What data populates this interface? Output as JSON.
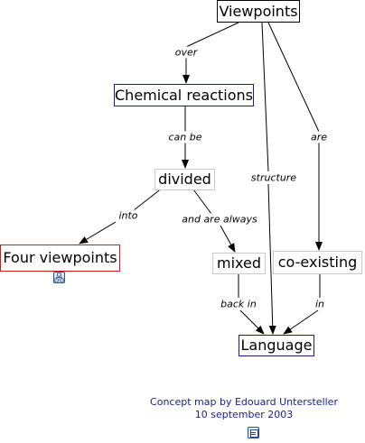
{
  "nodes": {
    "viewpoints": "Viewpoints",
    "chemical_reactions": "Chemical reactions",
    "divided": "divided",
    "four_viewpoints": "Four viewpoints",
    "mixed": "mixed",
    "co_existing": "co-existing",
    "language": "Language"
  },
  "links": {
    "over": "over",
    "can_be": "can be",
    "are": "are",
    "structure": "structure",
    "into": "into",
    "and_are_always": "and are always",
    "back_in": "back in",
    "in": "in"
  },
  "footer": {
    "line1": "Concept map by Edouard Untersteller",
    "line2": "10 september 2003"
  },
  "icons": {
    "four_viewpoints_attachment": "concept-map-icon",
    "footer_attachment": "document-icon"
  }
}
